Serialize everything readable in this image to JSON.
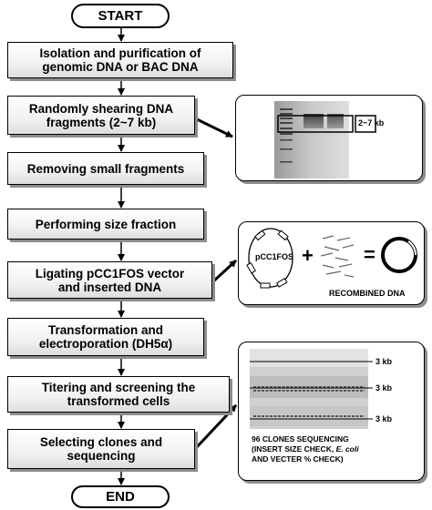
{
  "start_label": "START",
  "end_label": "END",
  "steps": [
    "Isolation and purification of\ngenomic DNA or BAC DNA",
    "Randomly shearing DNA\nfragments (2~7 kb)",
    "Removing small fragments",
    "Performing size fraction",
    "Ligating pCC1FOS vector\nand inserted DNA",
    "Transformation and\nelectroporation (DH5α)",
    "Titering and screening the\ntransformed cells",
    "Selecting clones and\nsequencing"
  ],
  "gel_panel": {
    "band_label": "2~7 kb"
  },
  "ligation_panel": {
    "vector_label": "pCC1FOS",
    "plus": "+",
    "equals": "=",
    "result_label": "RECOMBINED DNA"
  },
  "clones_panel": {
    "marker_labels": [
      "3 kb",
      "3 kb",
      "3 kb"
    ],
    "caption_line1": "96 CLONES SEQUENCING",
    "caption_line2_a": "(INSERT SIZE CHECK, ",
    "caption_line2_b": "E. coli",
    "caption_line3": "AND VECTER % CHECK)"
  }
}
